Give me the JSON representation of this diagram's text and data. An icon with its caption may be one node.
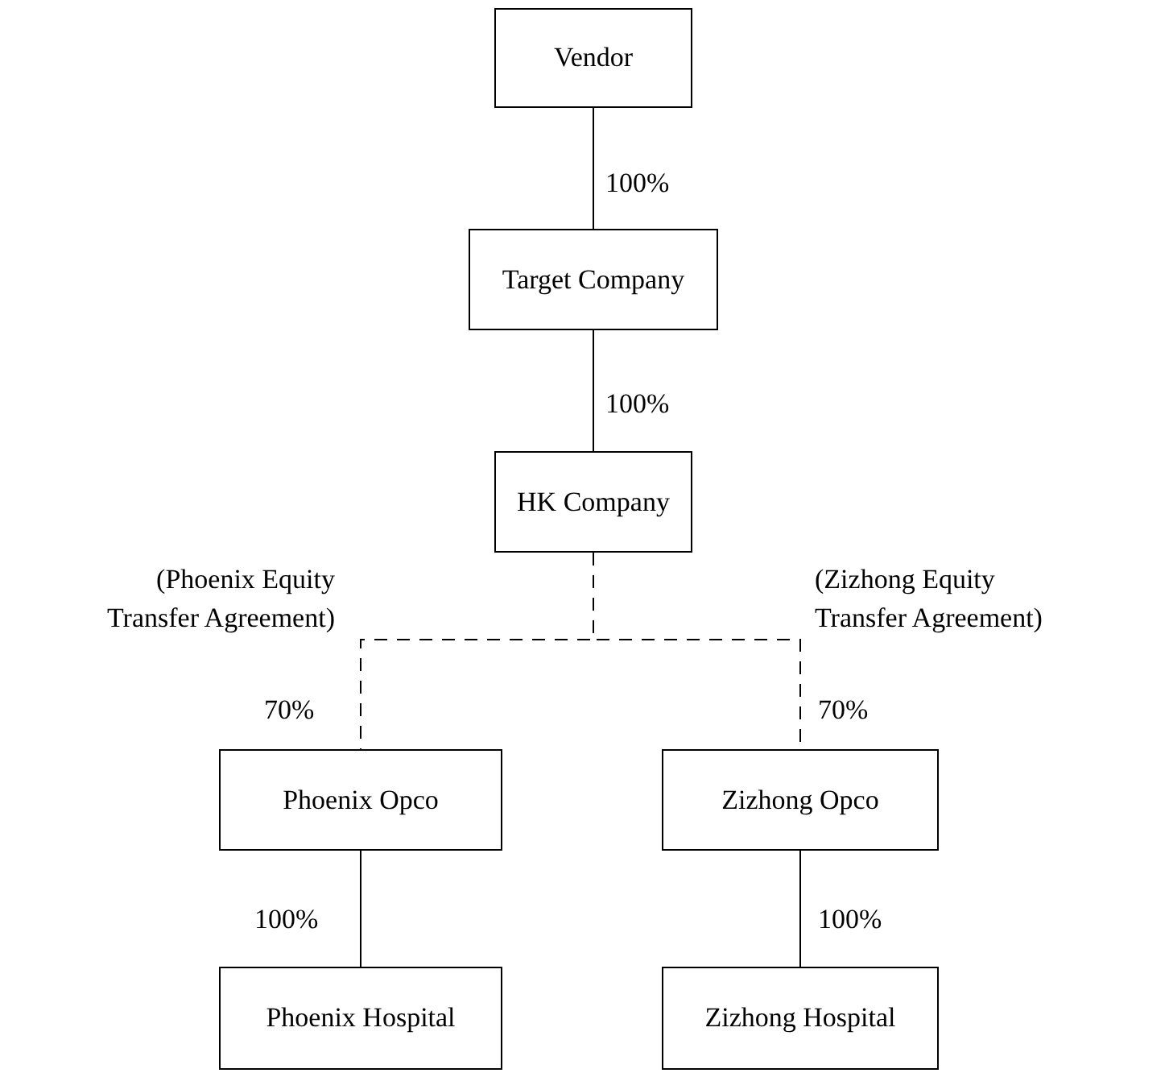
{
  "diagram": {
    "nodes": [
      {
        "text": [
          "Vendor"
        ]
      },
      {
        "text": [
          "Target Company"
        ]
      },
      {
        "text": [
          "HK Company"
        ]
      },
      {
        "text": [
          "Phoenix Opco"
        ]
      },
      {
        "text": [
          "Zizhong Opco"
        ]
      },
      {
        "text": [
          "Phoenix Hospital"
        ]
      },
      {
        "text": [
          "Zizhong Hospital"
        ]
      }
    ],
    "edges": [
      {
        "from": 0,
        "to": 1,
        "arrow": "none",
        "label": "100%"
      },
      {
        "from": 1,
        "to": 2,
        "arrow": "none",
        "label": "100%"
      },
      {
        "from": 2,
        "to": 3,
        "arrow": "none",
        "style": "dashed",
        "label": "70%"
      },
      {
        "from": 2,
        "to": 4,
        "arrow": "none",
        "style": "dashed",
        "label": "70%"
      },
      {
        "from": 3,
        "to": 5,
        "arrow": "none",
        "label": "100%"
      },
      {
        "from": 4,
        "to": 6,
        "arrow": "none",
        "label": "100%"
      }
    ],
    "labels": [
      "(Phoenix Equity Transfer Agreement)",
      "(Zizhong Equity Transfer Agreement)"
    ]
  }
}
